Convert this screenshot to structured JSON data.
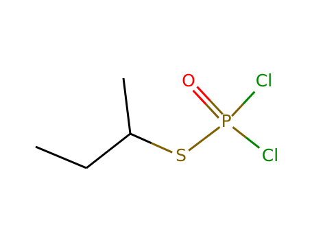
{
  "atoms": [
    {
      "id": "c1",
      "element": "C",
      "label": "",
      "color": "#000000"
    },
    {
      "id": "c2",
      "element": "C",
      "label": "",
      "color": "#000000"
    },
    {
      "id": "c3",
      "element": "C",
      "label": "",
      "color": "#000000"
    },
    {
      "id": "c4",
      "element": "C",
      "label": "",
      "color": "#000000"
    },
    {
      "id": "s",
      "element": "S",
      "label": "S",
      "color": "#806000"
    },
    {
      "id": "p",
      "element": "P",
      "label": "P",
      "color": "#806000"
    },
    {
      "id": "o",
      "element": "O",
      "label": "O",
      "color": "#ff0000"
    },
    {
      "id": "cl1",
      "element": "Cl",
      "label": "Cl",
      "color": "#008800"
    },
    {
      "id": "cl2",
      "element": "Cl",
      "label": "Cl",
      "color": "#008800"
    }
  ],
  "bonds": [
    {
      "from": "c1",
      "to": "c2",
      "order": 1
    },
    {
      "from": "c2",
      "to": "c3",
      "order": 1
    },
    {
      "from": "c3",
      "to": "c4",
      "order": 1
    },
    {
      "from": "c3",
      "to": "s",
      "order": 1
    },
    {
      "from": "s",
      "to": "p",
      "order": 1
    },
    {
      "from": "p",
      "to": "o",
      "order": 2
    },
    {
      "from": "p",
      "to": "cl1",
      "order": 1
    },
    {
      "from": "p",
      "to": "cl2",
      "order": 1
    }
  ]
}
